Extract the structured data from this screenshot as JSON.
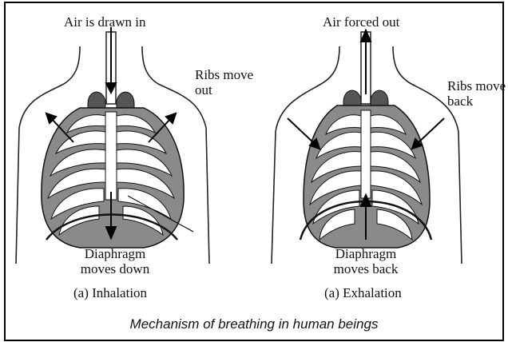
{
  "inhalation": {
    "top_label": "Air is drawn in",
    "side_label": "Ribs move\nout",
    "bottom_label": "Diaphragm\nmoves down",
    "caption": "(a) Inhalation"
  },
  "exhalation": {
    "top_label": "Air forced out",
    "side_label": "Ribs move\nback",
    "bottom_label": "Diaphragm\nmoves back",
    "caption": "(a) Exhalation"
  },
  "figure_caption": "Mechanism of breathing in human beings",
  "colors": {
    "frame": "#000000",
    "ink": "#111111",
    "shade": "#9a9a9a",
    "body": "#f4f4f4"
  }
}
